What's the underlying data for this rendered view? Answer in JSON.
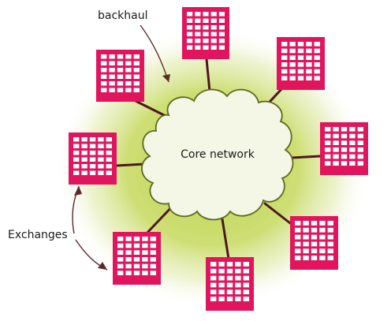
{
  "labels": {
    "backhaul": "backhaul",
    "core": "Core network",
    "exchanges": "Exchanges"
  },
  "exchanges": [
    {
      "name": "exchange-top"
    },
    {
      "name": "exchange-top-right"
    },
    {
      "name": "exchange-right"
    },
    {
      "name": "exchange-bottom-right"
    },
    {
      "name": "exchange-bottom"
    },
    {
      "name": "exchange-bottom-left"
    },
    {
      "name": "exchange-left"
    },
    {
      "name": "exchange-top-left"
    }
  ],
  "colors": {
    "building": "#e0155d",
    "building_window": "#ffffff",
    "cloud_fill": "#f4f6e6",
    "cloud_stroke": "#5e6a1e",
    "halo": "#bcd24a",
    "link": "#4a1a1a"
  },
  "icons": {
    "exchange": "office-building-icon",
    "core": "cloud-icon"
  }
}
